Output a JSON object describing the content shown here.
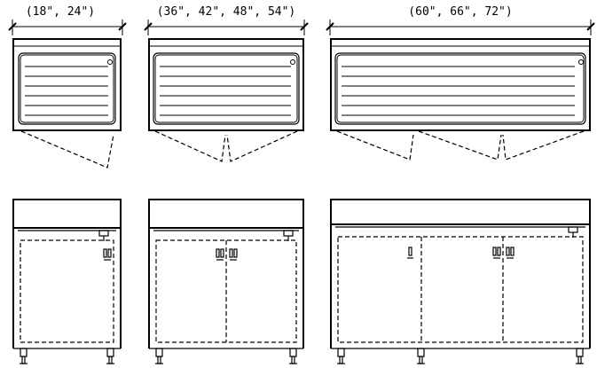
{
  "units": [
    {
      "id": "small",
      "size_label": "(18\", 24\")",
      "door_count": 1
    },
    {
      "id": "medium",
      "size_label": "(36\", 42\", 48\", 54\")",
      "door_count": 2
    },
    {
      "id": "large",
      "size_label": "(60\", 66\", 72\")",
      "door_count": 3
    }
  ]
}
